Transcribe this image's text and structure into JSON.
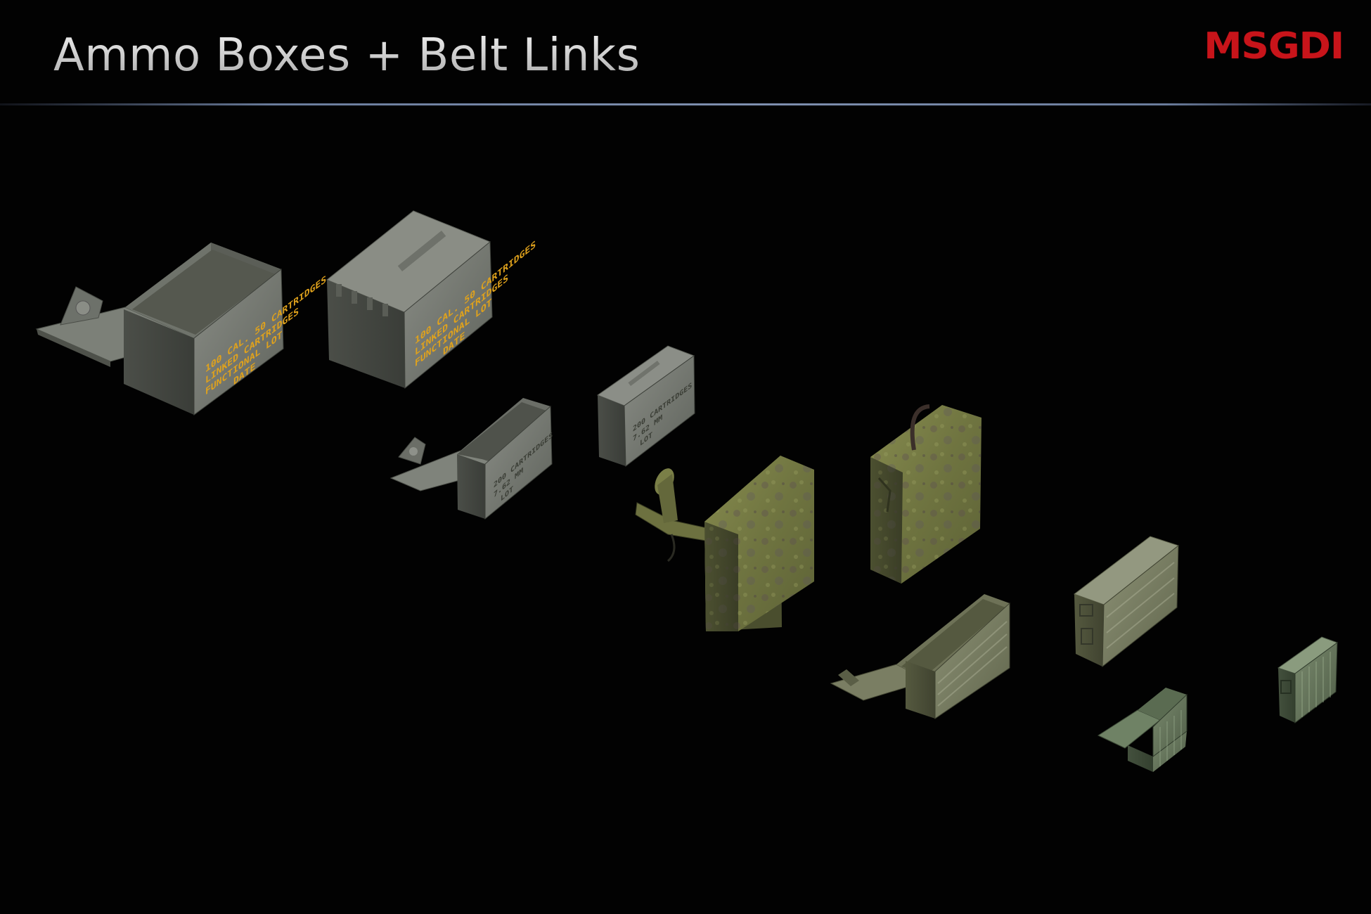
{
  "header": {
    "title": "Ammo Boxes + Belt Links",
    "logo": "MSGDI"
  },
  "stencils": {
    "large_open": [
      "100 CAL. 50 CARTRIDGES",
      "LINKED CARTRIDGES",
      "FUNCTIONAL LOT",
      "DATE"
    ],
    "large_closed": [
      "100 CAL. 50 CARTRIDGES",
      "LINKED CARTRIDGES",
      "FUNCTIONAL LOT",
      "DATE"
    ],
    "small_open": [
      "200 CARTRIDGES",
      "7.62 MM",
      "LOT"
    ],
    "small_closed": [
      "200 CARTRIDGES",
      "7.62 MM",
      "LOT"
    ]
  },
  "colors": {
    "background": "#020202",
    "us_box": "#6e7269",
    "green_box": "#7a7f45",
    "ribbed_box": "#747a5c",
    "small_green_box": "#5f7056",
    "stencil": "#e0a21c",
    "logo": "#c8141a",
    "rule": "#7f90b0"
  }
}
